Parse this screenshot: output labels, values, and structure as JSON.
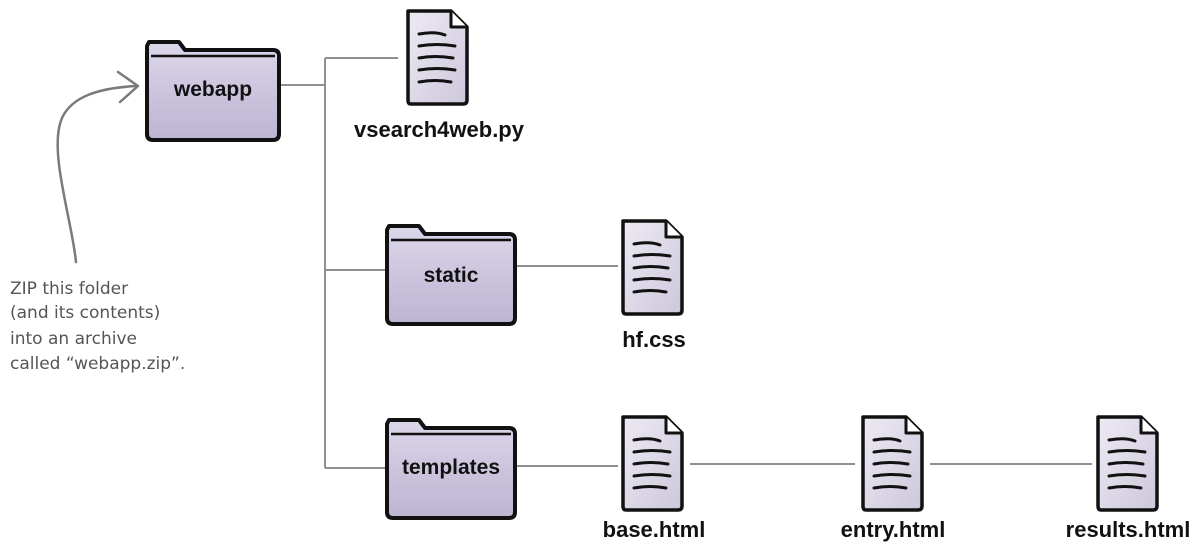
{
  "folders": {
    "webapp": "webapp",
    "static": "static",
    "templates": "templates"
  },
  "files": {
    "vsearch4web": "vsearch4web.py",
    "hf_css": "hf.css",
    "base_html": "base.html",
    "entry_html": "entry.html",
    "results_html": "results.html"
  },
  "annotation": {
    "lines": [
      "ZIP this folder",
      "(and its contents)",
      "into an archive",
      "called “webapp.zip”."
    ]
  },
  "colors": {
    "folder_fill": "#cfc7df",
    "folder_outline": "#111111",
    "file_fill": "#dcd8e6",
    "connector": "#8f8f8f",
    "note": "#555555"
  }
}
